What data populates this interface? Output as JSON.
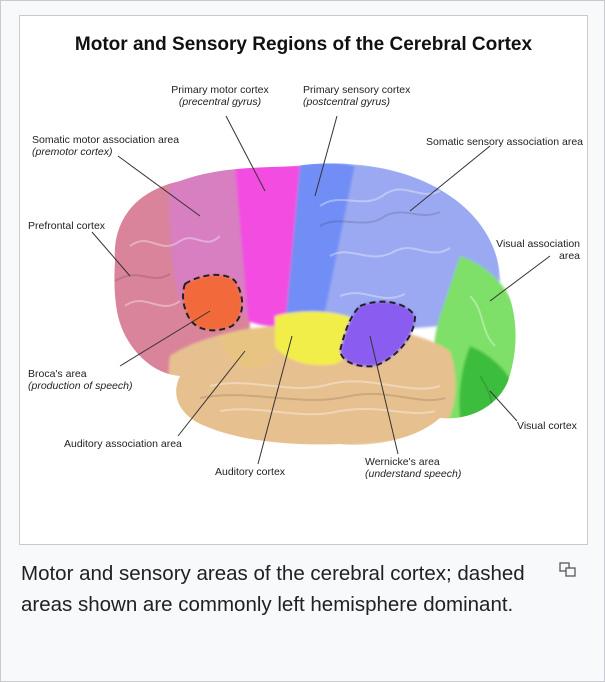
{
  "diagram": {
    "title": "Motor and Sensory Regions of the Cerebral Cortex",
    "labels": {
      "primary_motor": "Primary motor cortex",
      "primary_motor_sub": "(precentral gyrus)",
      "primary_sensory": "Primary sensory cortex",
      "primary_sensory_sub": "(postcentral gyrus)",
      "somatic_motor_assoc": "Somatic motor association area",
      "somatic_motor_assoc_sub": "(premotor cortex)",
      "somatic_sensory_assoc": "Somatic sensory association area",
      "prefrontal": "Prefrontal cortex",
      "visual_assoc_1": "Visual association",
      "visual_assoc_2": "area",
      "broca": "Broca's area",
      "broca_sub": "(production of speech)",
      "auditory_assoc": "Auditory association area",
      "auditory": "Auditory cortex",
      "wernicke": "Wernicke's area",
      "wernicke_sub": "(understand speech)",
      "visual": "Visual cortex"
    },
    "colors": {
      "prefrontal": "#d9849a",
      "premotor": "#d77fc0",
      "motor": "#f24de0",
      "sensory": "#6f8ef5",
      "somatic_sensory_assoc": "#9aa9f2",
      "visual_assoc": "#7ee067",
      "visual": "#3ebd3e",
      "auditory": "#f2ee4a",
      "auditory_assoc": "#e8c483",
      "temporal": "#e7c08f",
      "broca": "#f26a3a",
      "wernicke": "#8a5cf0"
    }
  },
  "caption": {
    "text": "Motor and sensory areas of the cerebral cortex; dashed areas shown are commonly left hemisphere dominant."
  },
  "icons": {
    "magnify": "magnify-icon"
  }
}
